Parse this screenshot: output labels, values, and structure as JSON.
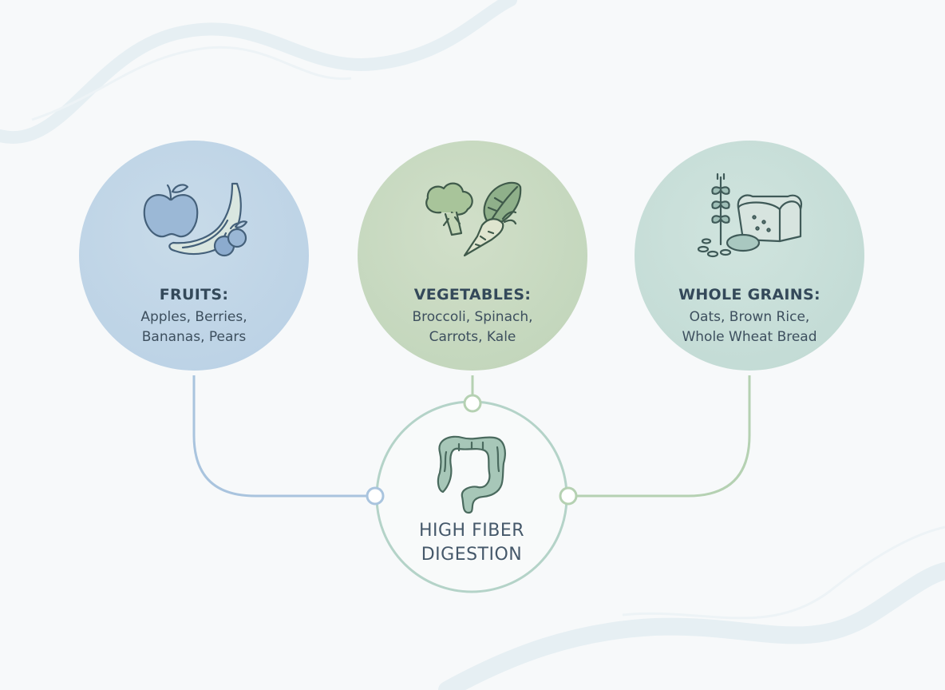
{
  "colors": {
    "background": "#f7f9fa",
    "fruits_circle": "#bdd3e6",
    "vegetables_circle": "#c4d7bd",
    "grains_circle": "#c4dcd6",
    "connector_blue": "#a9c4de",
    "connector_green": "#b5d1b2",
    "hub_ring": "#b4d3c8",
    "text": "#34495a"
  },
  "categories": [
    {
      "title": "FRUITS:",
      "line1": "Apples, Berries,",
      "line2": "Bananas, Pears",
      "icon": "fruits-icon"
    },
    {
      "title": "VEGETABLES:",
      "line1": "Broccoli, Spinach,",
      "line2": "Carrots, Kale",
      "icon": "vegetables-icon"
    },
    {
      "title": "WHOLE GRAINS:",
      "line1": "Oats, Brown Rice,",
      "line2": "Whole Wheat Bread",
      "icon": "grains-icon"
    }
  ],
  "hub": {
    "line1": "HIGH FIBER",
    "line2": "DIGESTION",
    "icon": "intestine-icon"
  }
}
